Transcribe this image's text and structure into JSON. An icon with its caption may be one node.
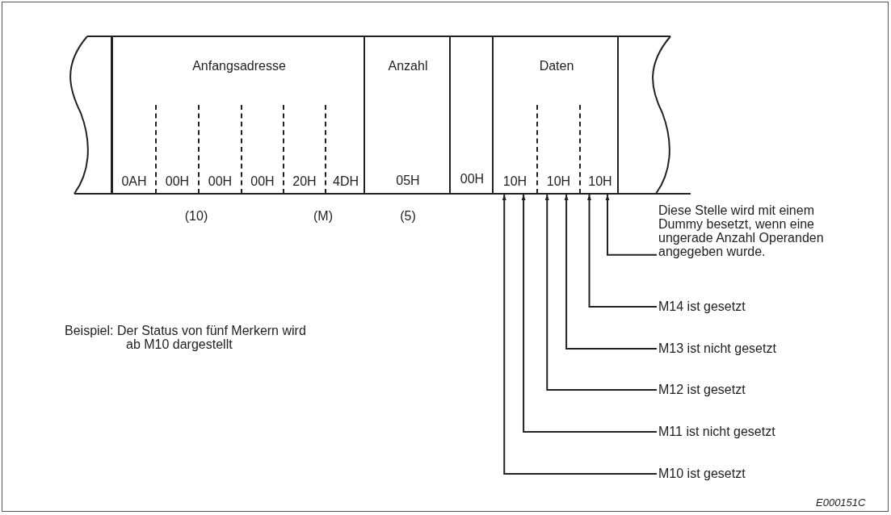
{
  "diagram": {
    "nodes": [
      {
        "text": [
          "Anfangsadresse"
        ]
      },
      {
        "text": [
          "0AH"
        ],
        "in": 0
      },
      {
        "text": [
          "00H"
        ],
        "in": 0
      },
      {
        "text": [
          "00H"
        ],
        "in": 0
      },
      {
        "text": [
          "00H"
        ],
        "in": 0
      },
      {
        "text": [
          "20H"
        ],
        "in": 0
      },
      {
        "text": [
          "4DH"
        ],
        "in": 0
      },
      {
        "text": [
          "Anzahl",
          "05H"
        ]
      },
      {
        "text": [
          "00H"
        ]
      },
      {
        "text": [
          "Daten"
        ]
      },
      {
        "text": [
          "10H"
        ],
        "in": 9
      },
      {
        "text": [
          "10H"
        ],
        "in": 9
      },
      {
        "text": [
          "10H"
        ],
        "in": 9
      },
      {
        "text": [
          "Diese Stelle wird mit einem Dummy besetzt, wenn eine ungerade Anzahl Operanden angegeben wurde."
        ]
      },
      {
        "text": [
          "M14 ist gesetzt"
        ]
      },
      {
        "text": [
          "M13 ist nicht gesetzt"
        ]
      },
      {
        "text": [
          "M12 ist gesetzt"
        ]
      },
      {
        "text": [
          "M11 ist nicht gesetzt"
        ]
      },
      {
        "text": [
          "M10 ist gesetzt"
        ]
      }
    ],
    "edges": [
      {
        "from": 13,
        "to": 12,
        "arrow": "to"
      },
      {
        "from": 14,
        "to": 12,
        "arrow": "to"
      },
      {
        "from": 15,
        "to": 11,
        "arrow": "to"
      },
      {
        "from": 16,
        "to": 11,
        "arrow": "to"
      },
      {
        "from": 17,
        "to": 10,
        "arrow": "to"
      },
      {
        "from": 18,
        "to": 10,
        "arrow": "to"
      }
    ],
    "labels": [
      "(10)",
      "(M)",
      "(5)",
      "Beispiel: Der Status von fünf Merkern wird ab M10 dargestellt",
      "E000151C"
    ]
  }
}
